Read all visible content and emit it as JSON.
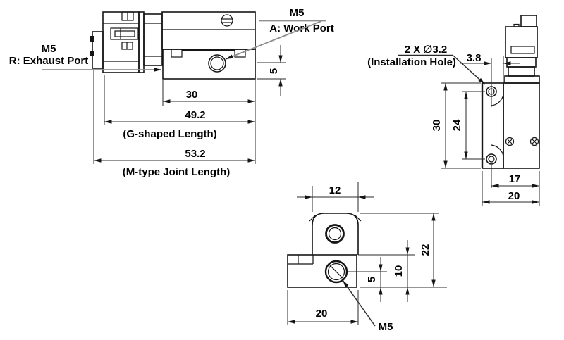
{
  "drawing": {
    "left_view": {
      "label_work_m5": "M5",
      "label_work_port": "A: Work Port",
      "label_exhaust_m5": "M5",
      "label_exhaust_port": "R: Exhaust Port",
      "dim_port_offset": "5",
      "dim_block_width": "30",
      "dim_g_length": "49.2",
      "dim_g_length_note": "(G-shaped Length)",
      "dim_m_length": "53.2",
      "dim_m_length_note": "(M-type Joint Length)"
    },
    "right_view": {
      "label_install_hole": "2 X ∅3.2",
      "label_install_hole_note": "(Installation Hole)",
      "dim_hole_offset": "3.8",
      "dim_plate_height": "30",
      "dim_hole_pitch": "24",
      "dim_body_width": "17",
      "dim_total_width": "20"
    },
    "bottom_view": {
      "dim_dome_width": "12",
      "dim_total_height": "22",
      "dim_block_height": "10",
      "dim_port_offset": "5",
      "dim_block_width": "20",
      "label_port": "M5"
    },
    "colors": {
      "outline": "#151515",
      "dimension": "#2a2a2a",
      "leader_gray": "#8f8f8f",
      "background": "#ffffff"
    }
  }
}
